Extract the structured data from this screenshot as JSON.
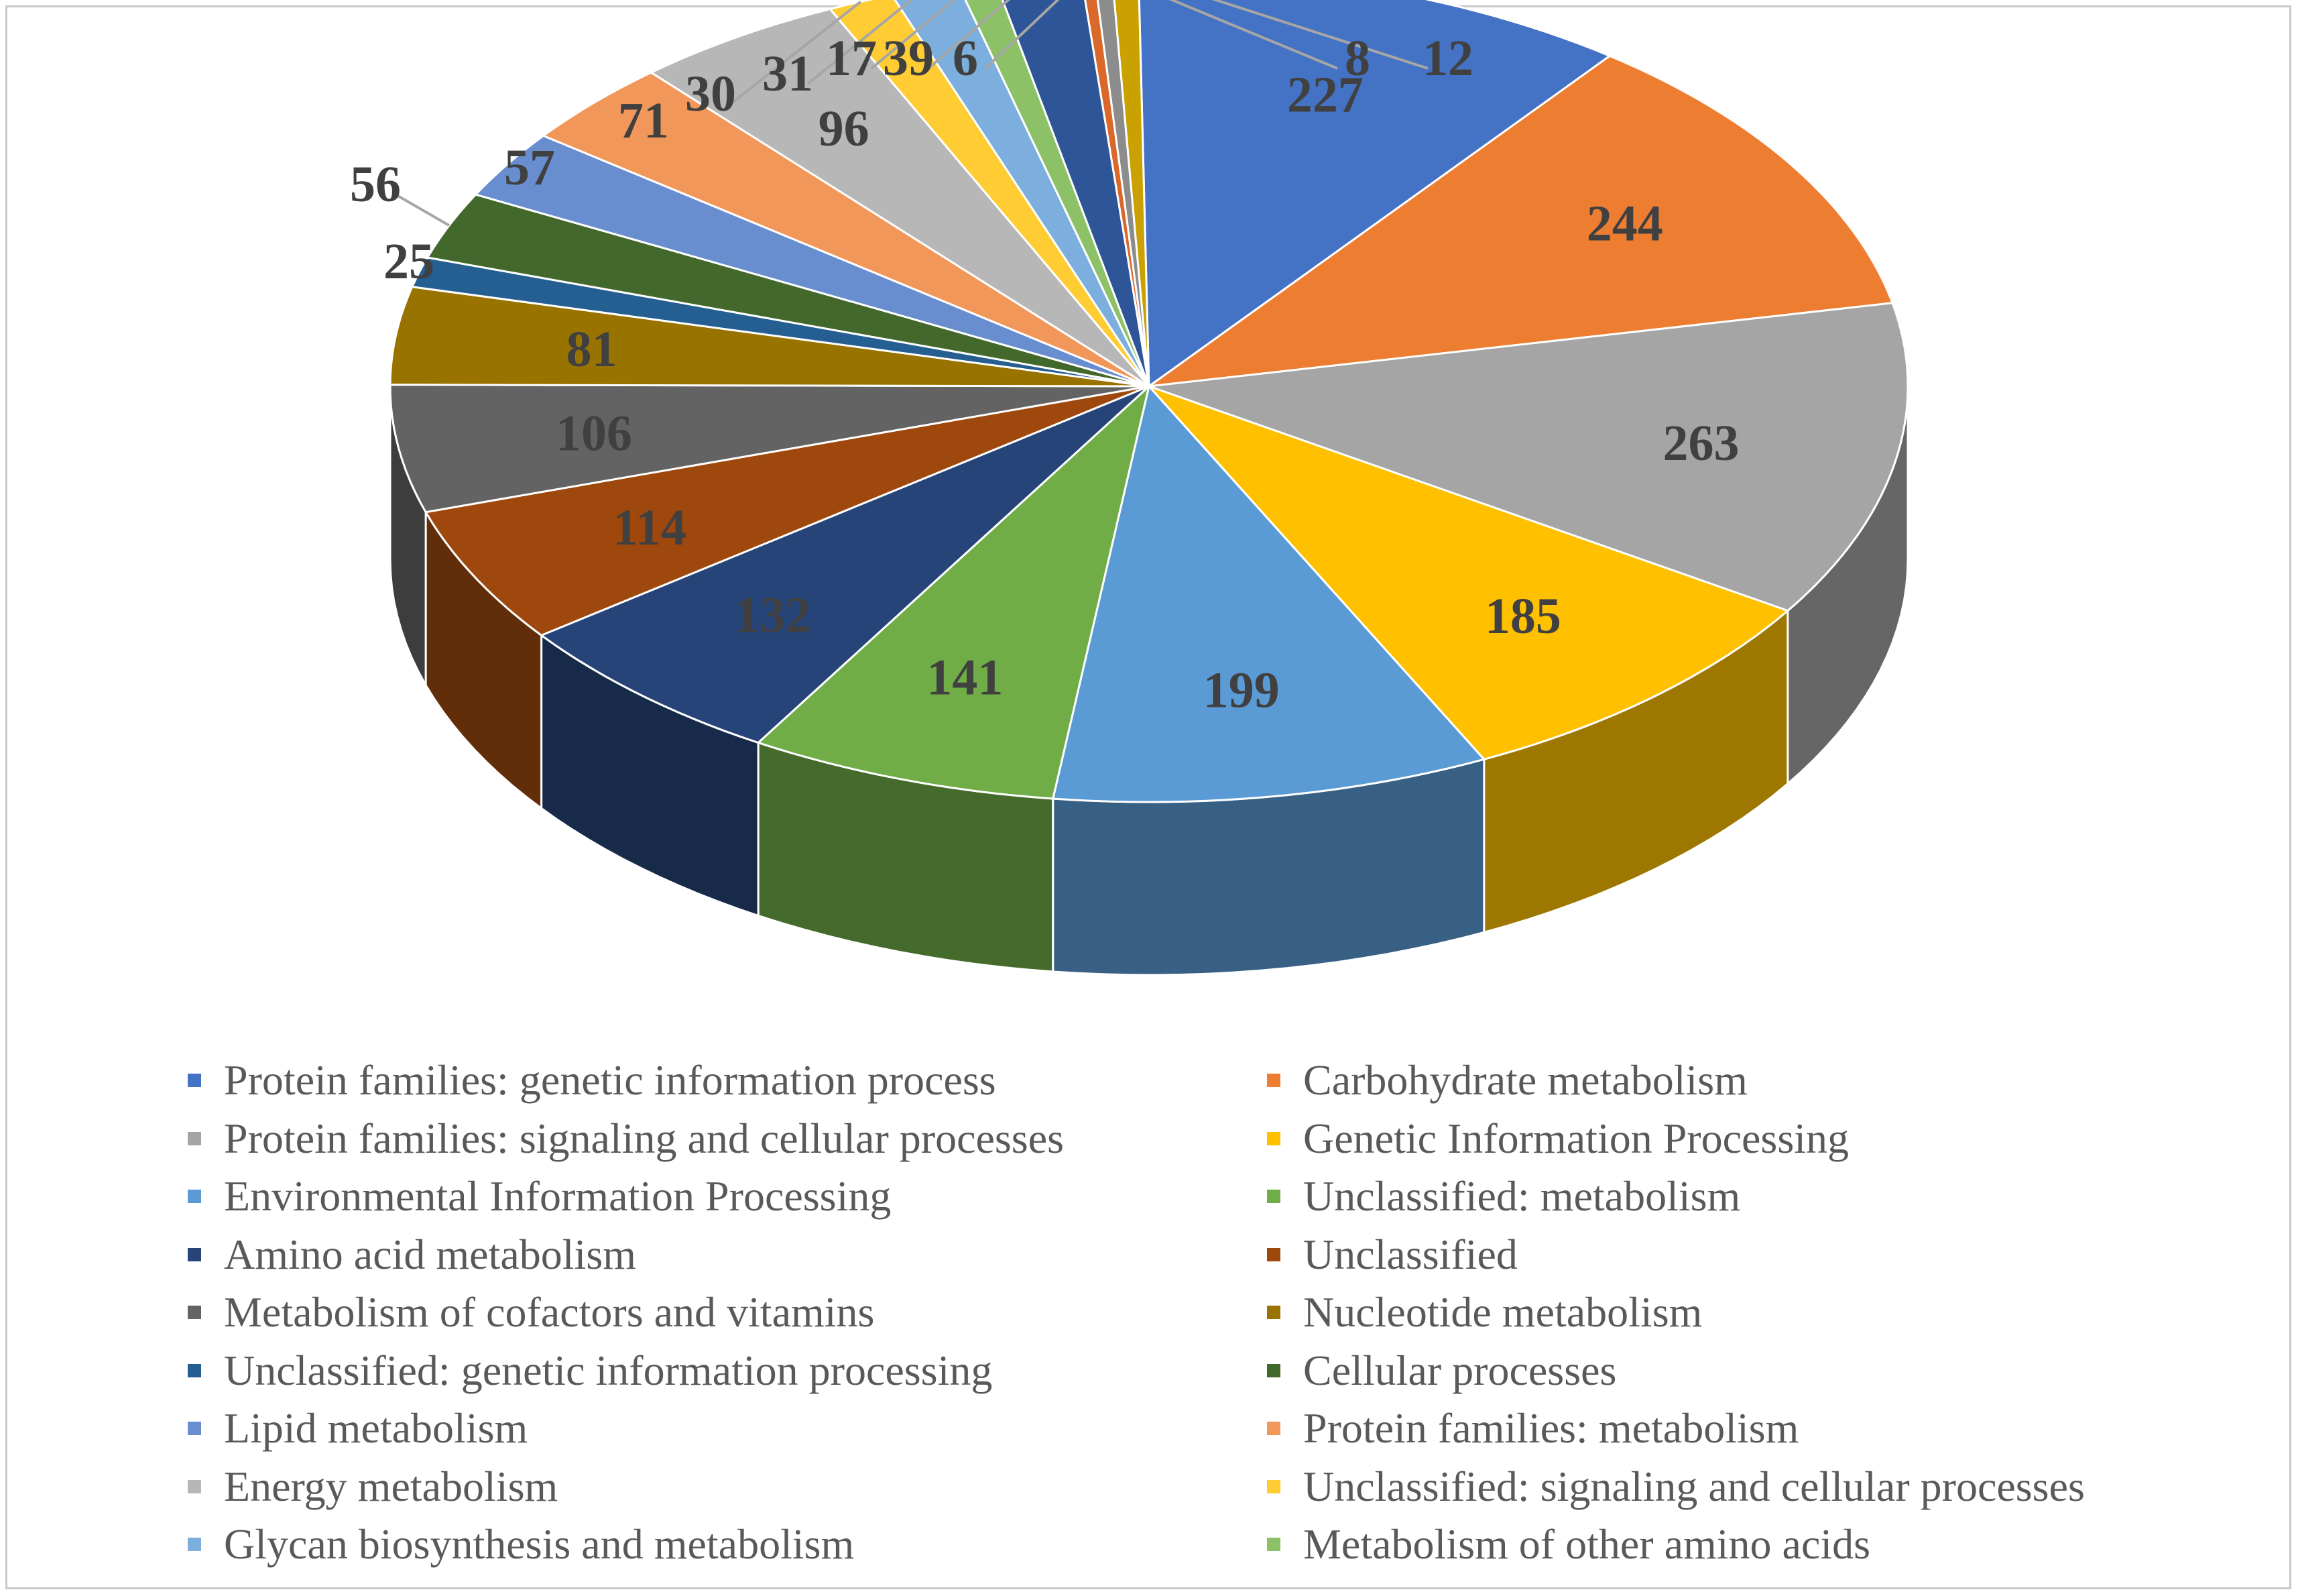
{
  "chart_data": {
    "type": "pie",
    "style": "3d-exploded-depth",
    "title": "",
    "slices": [
      {
        "label": "Protein families: genetic information process",
        "value": 227,
        "color": "#4472C4",
        "display": "227"
      },
      {
        "label": "Carbohydrate metabolism",
        "value": 244,
        "color": "#ED7D31",
        "display": "244"
      },
      {
        "label": "Protein families: signaling and cellular processes",
        "value": 263,
        "color": "#A5A5A5",
        "display": "263"
      },
      {
        "label": "Genetic Information Processing",
        "value": 185,
        "color": "#FFC000",
        "display": "185"
      },
      {
        "label": "Environmental Information Processing",
        "value": 199,
        "color": "#5B9BD5",
        "display": "199"
      },
      {
        "label": "Unclassified: metabolism",
        "value": 141,
        "color": "#70AD47",
        "display": "141"
      },
      {
        "label": "Amino acid metabolism",
        "value": 132,
        "color": "#264478",
        "display": "132"
      },
      {
        "label": "Unclassified",
        "value": 114,
        "color": "#9E480E",
        "display": "114"
      },
      {
        "label": "Metabolism of cofactors and vitamins",
        "value": 106,
        "color": "#636363",
        "display": "106"
      },
      {
        "label": "Nucleotide metabolism",
        "value": 81,
        "color": "#997300",
        "display": "81"
      },
      {
        "label": "Unclassified: genetic information processing",
        "value": 25,
        "color": "#255E91",
        "display": "25"
      },
      {
        "label": "Cellular processes",
        "value": 56,
        "color": "#43682B",
        "display": "56"
      },
      {
        "label": "Lipid metabolism",
        "value": 57,
        "color": "#698ED0",
        "display": "57"
      },
      {
        "label": "Protein families: metabolism",
        "value": 71,
        "color": "#F1975A",
        "display": "71"
      },
      {
        "label": "Energy metabolism",
        "value": 96,
        "color": "#B7B7B7",
        "display": "96"
      },
      {
        "label": "Unclassified: signaling and cellular processes",
        "value": 30,
        "color": "#FFCD33",
        "display": "30"
      },
      {
        "label": "Glycan biosynthesis and metabolism",
        "value": 31,
        "color": "#7CAFDD",
        "display": "31"
      },
      {
        "label": "Metabolism of other amino acids",
        "value": 17,
        "color": "#8CC168",
        "display": "17"
      },
      {
        "label": "",
        "value": 39,
        "color": "#2E5597",
        "display": "39"
      },
      {
        "label": "",
        "value": 6,
        "color": "#D9682A",
        "display": "6"
      },
      {
        "label": "",
        "value": 8,
        "color": "#8C8C8C",
        "display": "8"
      },
      {
        "label": "",
        "value": 12,
        "color": "#C9A100",
        "display": "12"
      }
    ],
    "legend": {
      "placement": "bottom",
      "columns": 2,
      "items": [
        {
          "label": "Protein families: genetic information process",
          "color": "#4472C4"
        },
        {
          "label": "Carbohydrate metabolism",
          "color": "#ED7D31"
        },
        {
          "label": "Protein families: signaling and cellular processes",
          "color": "#A5A5A5"
        },
        {
          "label": "Genetic Information Processing",
          "color": "#FFC000"
        },
        {
          "label": "Environmental Information Processing",
          "color": "#5B9BD5"
        },
        {
          "label": "Unclassified: metabolism",
          "color": "#70AD47"
        },
        {
          "label": "Amino acid metabolism",
          "color": "#264478"
        },
        {
          "label": "Unclassified",
          "color": "#9E480E"
        },
        {
          "label": "Metabolism of cofactors and vitamins",
          "color": "#636363"
        },
        {
          "label": "Nucleotide metabolism",
          "color": "#997300"
        },
        {
          "label": "Unclassified: genetic information processing",
          "color": "#255E91"
        },
        {
          "label": "Cellular processes",
          "color": "#43682B"
        },
        {
          "label": "Lipid metabolism",
          "color": "#698ED0"
        },
        {
          "label": "Protein families: metabolism",
          "color": "#F1975A"
        },
        {
          "label": "Energy metabolism",
          "color": "#B7B7B7"
        },
        {
          "label": "Unclassified: signaling and cellular processes",
          "color": "#FFCD33"
        },
        {
          "label": "Glycan biosynthesis and metabolism",
          "color": "#7CAFDD"
        },
        {
          "label": "Metabolism of other amino acids",
          "color": "#8CC168"
        }
      ]
    }
  }
}
